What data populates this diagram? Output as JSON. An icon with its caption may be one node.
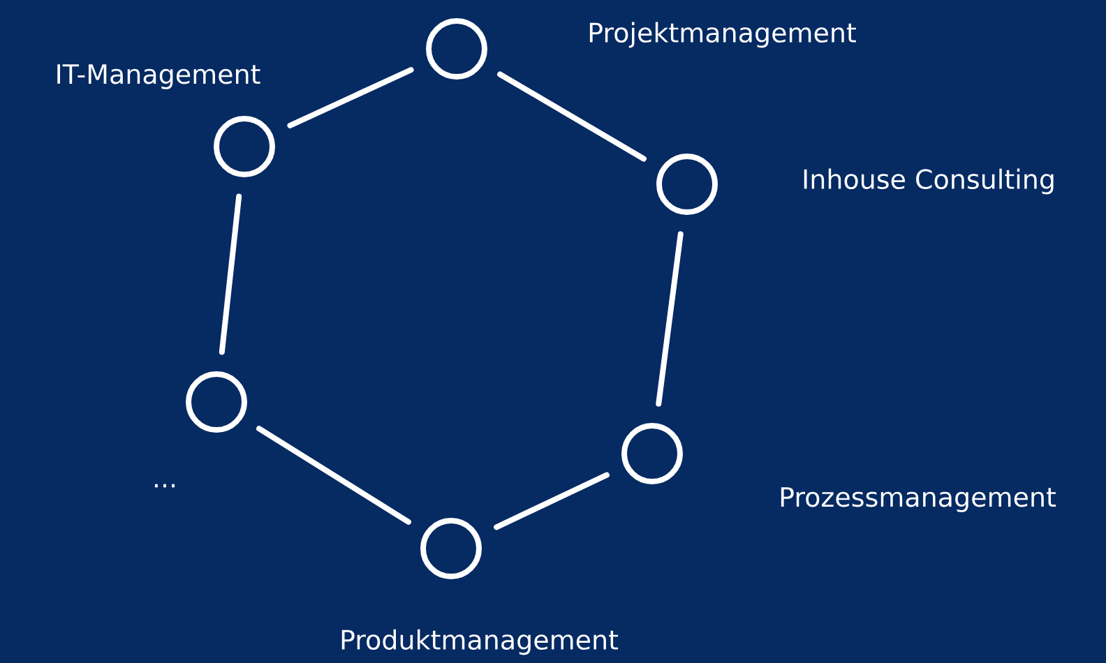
{
  "diagram": {
    "nodes": [
      {
        "text": [],
        "shape": "circle",
        "beside": [
          "Projektmanagement"
        ]
      },
      {
        "text": [],
        "shape": "circle",
        "beside": [
          "Inhouse Consulting"
        ]
      },
      {
        "text": [],
        "shape": "circle",
        "beside": [
          "Prozessmanagement"
        ]
      },
      {
        "text": [],
        "shape": "circle",
        "beside": [
          "Produktmanagement"
        ]
      },
      {
        "text": [],
        "shape": "circle",
        "beside": [
          "..."
        ]
      },
      {
        "text": [],
        "shape": "circle",
        "beside": [
          "IT-Management"
        ]
      }
    ],
    "edges": [
      {
        "from": 0,
        "to": 1,
        "arrow": "none"
      },
      {
        "from": 1,
        "to": 2,
        "arrow": "none"
      },
      {
        "from": 2,
        "to": 3,
        "arrow": "none"
      },
      {
        "from": 3,
        "to": 4,
        "arrow": "none"
      },
      {
        "from": 4,
        "to": 5,
        "arrow": "none"
      },
      {
        "from": 5,
        "to": 0,
        "arrow": "none"
      }
    ]
  }
}
